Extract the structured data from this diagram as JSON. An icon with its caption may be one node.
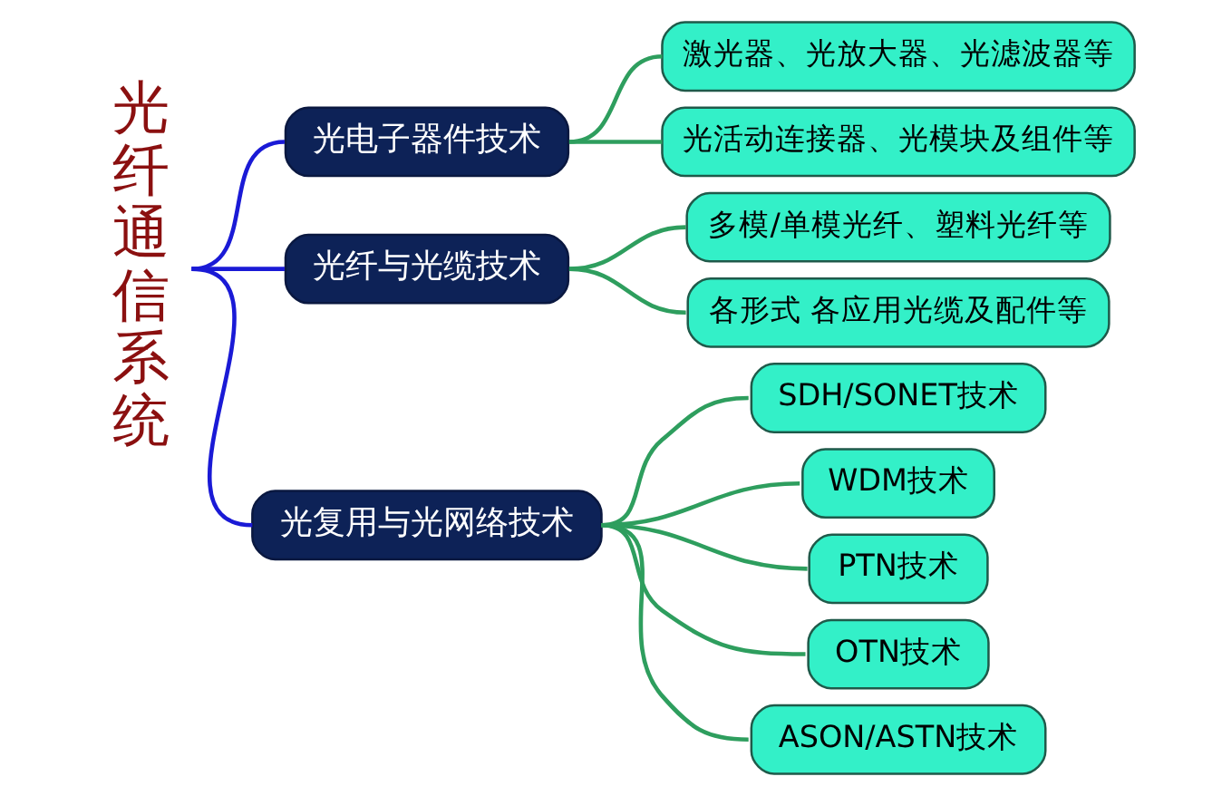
{
  "diagram": {
    "nodes": [
      {
        "text": [
          "光纤通信系统"
        ]
      },
      {
        "text": [
          "光电子器件技术"
        ]
      },
      {
        "text": [
          "激光器、光放大器、光滤波器等"
        ]
      },
      {
        "text": [
          "光活动连接器、光模块及组件等"
        ]
      },
      {
        "text": [
          "光纤与光缆技术"
        ]
      },
      {
        "text": [
          "多模/单模光纤、塑料光纤等"
        ]
      },
      {
        "text": [
          "各形式 各应用光缆及配件等"
        ]
      },
      {
        "text": [
          "光复用与光网络技术"
        ]
      },
      {
        "text": [
          "SDH/SONET技术"
        ]
      },
      {
        "text": [
          "WDM技术"
        ]
      },
      {
        "text": [
          "PTN技术"
        ]
      },
      {
        "text": [
          "OTN技术"
        ]
      },
      {
        "text": [
          "ASON/ASTN技术"
        ]
      }
    ],
    "edges": [
      {
        "from": 0,
        "to": 1,
        "arrow": "none",
        "color": "#1a1ad6"
      },
      {
        "from": 0,
        "to": 4,
        "arrow": "none",
        "color": "#1a1ad6"
      },
      {
        "from": 0,
        "to": 7,
        "arrow": "none",
        "color": "#1a1ad6"
      },
      {
        "from": 1,
        "to": 2,
        "arrow": "none"
      },
      {
        "from": 1,
        "to": 3,
        "arrow": "none"
      },
      {
        "from": 4,
        "to": 5,
        "arrow": "none"
      },
      {
        "from": 4,
        "to": 6,
        "arrow": "none"
      },
      {
        "from": 7,
        "to": 8,
        "arrow": "none"
      },
      {
        "from": 7,
        "to": 9,
        "arrow": "none"
      },
      {
        "from": 7,
        "to": 10,
        "arrow": "none"
      },
      {
        "from": 7,
        "to": 11,
        "arrow": "none"
      },
      {
        "from": 7,
        "to": 12,
        "arrow": "none"
      }
    ]
  }
}
